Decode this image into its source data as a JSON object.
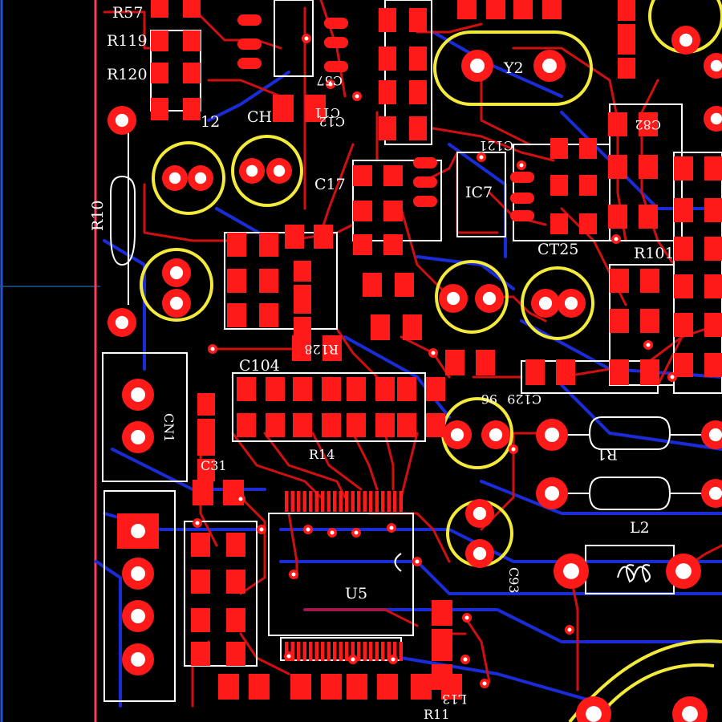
{
  "colors": {
    "background": "#000000",
    "copper_top": "#ff1a1a",
    "trace_top": "#d01010",
    "trace_bottom": "#1a2cd8",
    "silkscreen": "#ffffff",
    "cap_outline": "#f3ea3a",
    "board_outline": "#ff3b5c",
    "side_panel": "#000000"
  },
  "designators": {
    "r57": "R57",
    "r119": "R119",
    "r120": "R120",
    "r12": "12",
    "r10": "R10",
    "c104": "C104",
    "ch": "CH",
    "c17": "C17",
    "c57": "C57",
    "c11": "C11",
    "c12": "C12",
    "y2": "Y2",
    "ic7": "IC7",
    "c121": "C121",
    "c82": "C82",
    "ct25": "CT25",
    "r101": "R101",
    "c129": "C129",
    "ct96": "96",
    "r128": "R128",
    "cn1": "CN1",
    "c31": "C31",
    "r14": "R14",
    "u5": "U5",
    "c93": "C93",
    "l2": "L2",
    "r1": "R1",
    "l13": "L13",
    "r11": "R11"
  }
}
